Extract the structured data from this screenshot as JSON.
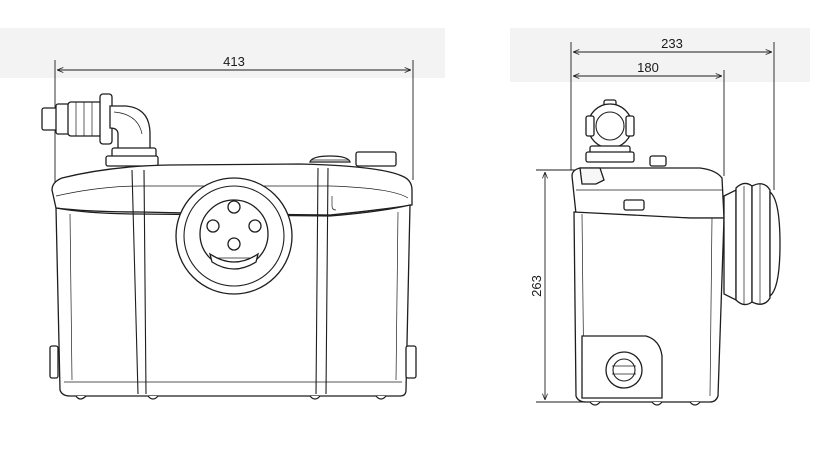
{
  "dimensions": {
    "front_width": "413",
    "side_total_depth": "233",
    "side_body_depth": "180",
    "side_height": "263"
  },
  "colors": {
    "line": "#1e1e1e",
    "background_band": "#f3f3f3"
  }
}
